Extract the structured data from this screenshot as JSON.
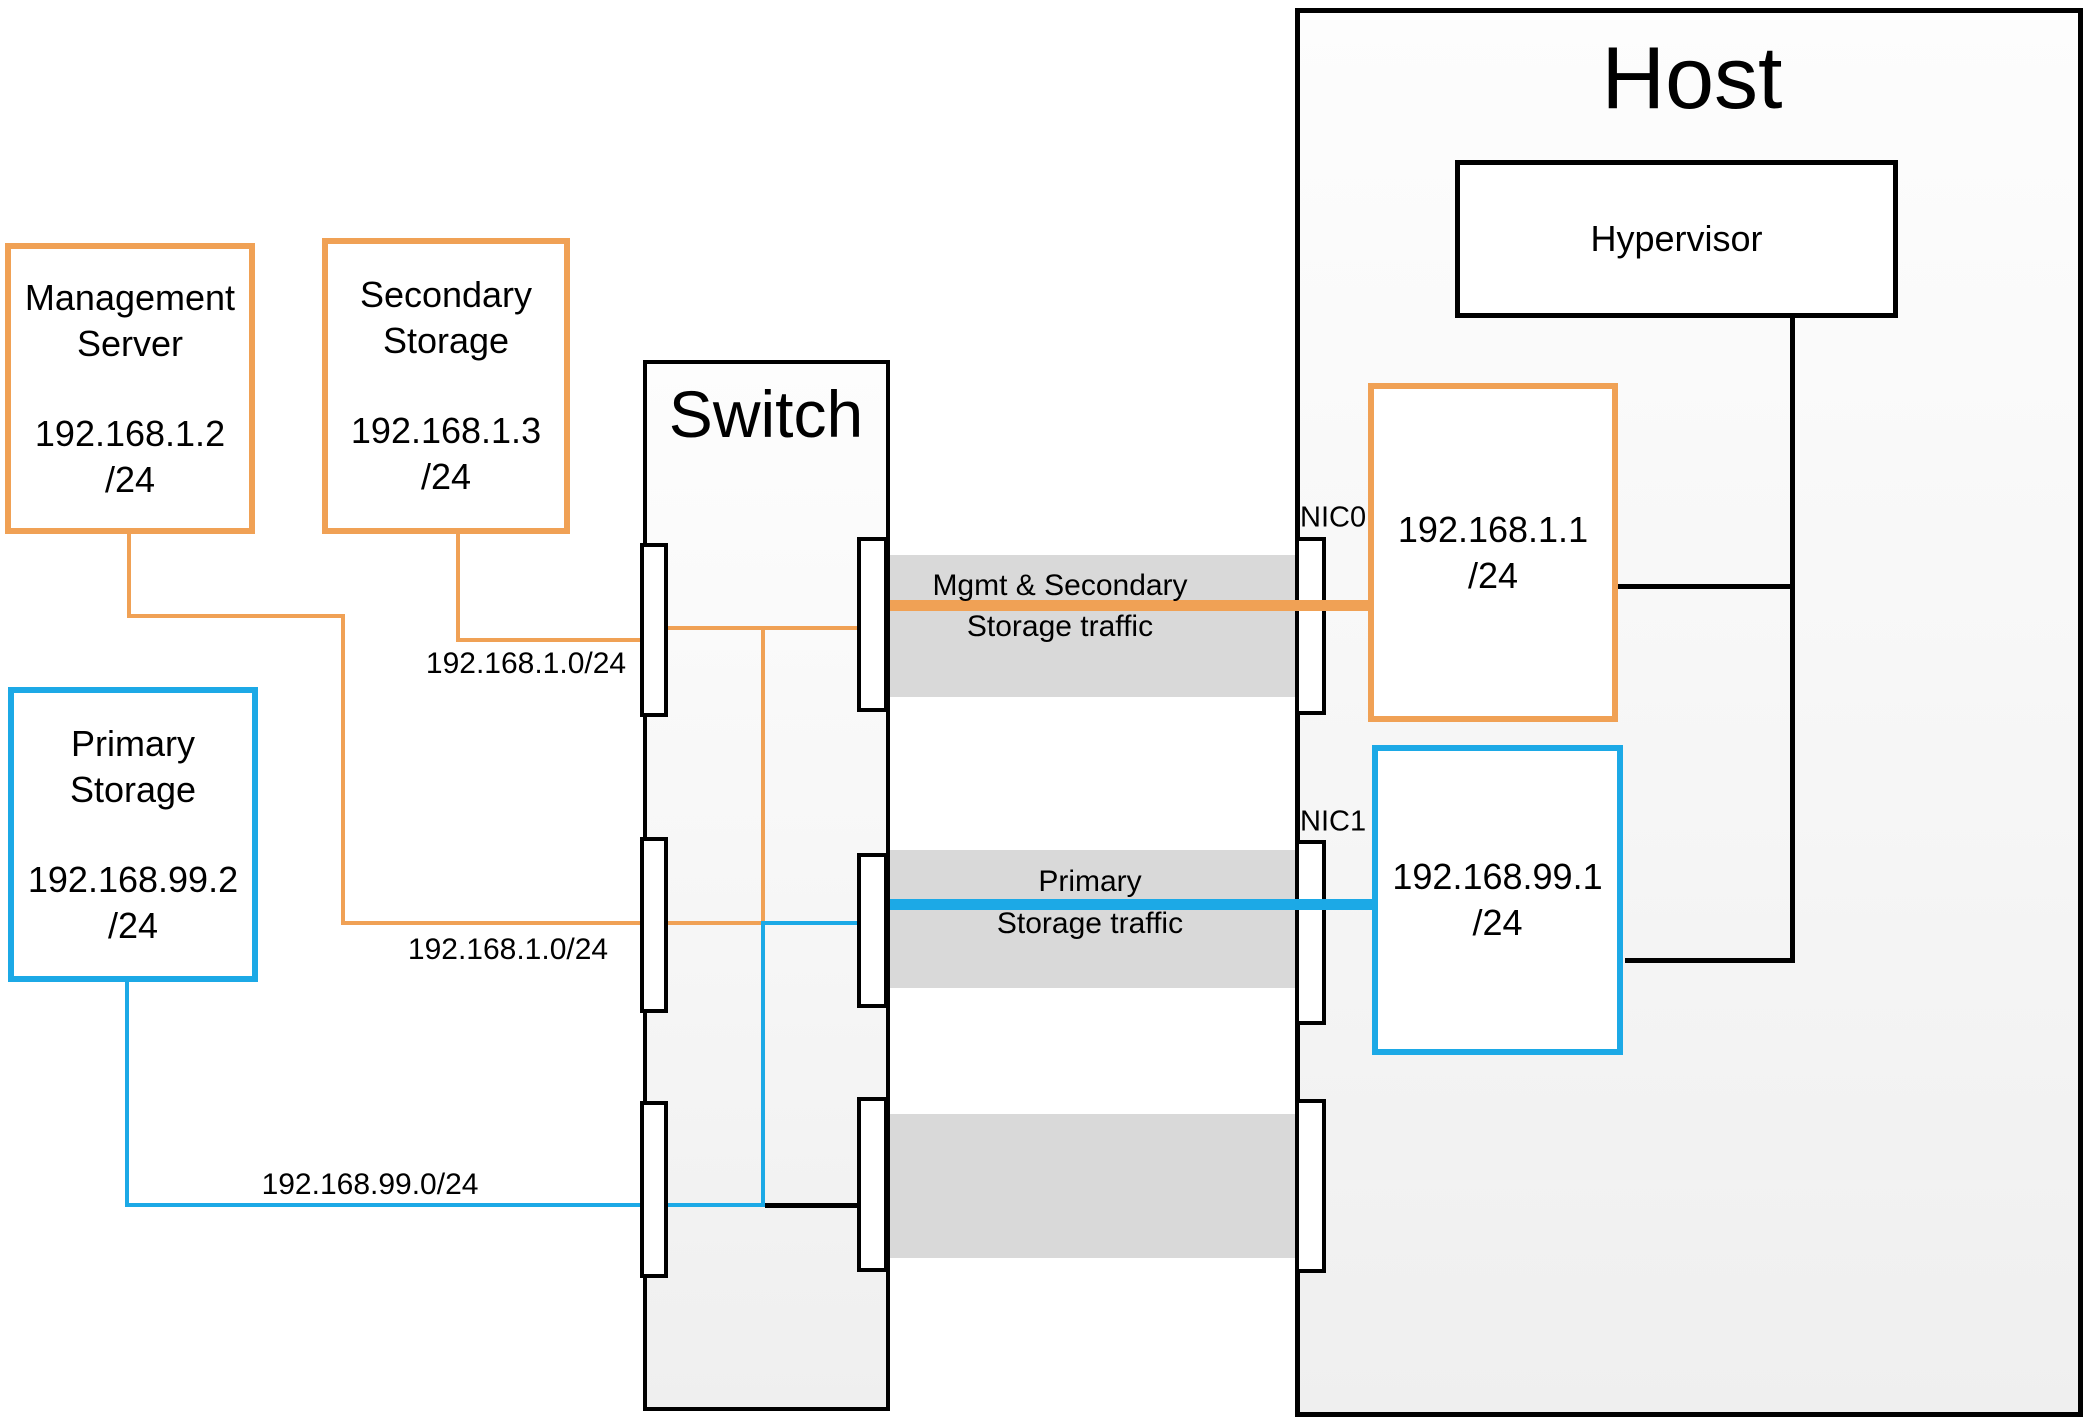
{
  "colors": {
    "orange": "#F0A155",
    "blue": "#1CA9E6",
    "band_gray": "#D9D9D9",
    "line_black": "#000000"
  },
  "host": {
    "title": "Host",
    "hypervisor_label": "Hypervisor"
  },
  "switch": {
    "title": "Switch"
  },
  "servers": {
    "management": {
      "name_line1": "Management",
      "name_line2": "Server",
      "ip": "192.168.1.2",
      "cidr": "/24"
    },
    "secondary": {
      "name_line1": "Secondary",
      "name_line2": "Storage",
      "ip": "192.168.1.3",
      "cidr": "/24"
    },
    "primary": {
      "name_line1": "Primary",
      "name_line2": "Storage",
      "ip": "192.168.99.2",
      "cidr": "/24"
    }
  },
  "nics": {
    "nic0": {
      "port_label": "NIC0",
      "ip": "192.168.1.1",
      "cidr": "/24"
    },
    "nic1": {
      "port_label": "NIC1",
      "ip": "192.168.99.1",
      "cidr": "/24"
    }
  },
  "subnet_labels": {
    "secondary_link": "192.168.1.0/24",
    "management_link": "192.168.1.0/24",
    "primary_link": "192.168.99.0/24"
  },
  "traffic_labels": {
    "mgmt": {
      "line1": "Mgmt & Secondary",
      "line2": "Storage traffic"
    },
    "primary": {
      "line1": "Primary",
      "line2": "Storage traffic"
    }
  }
}
